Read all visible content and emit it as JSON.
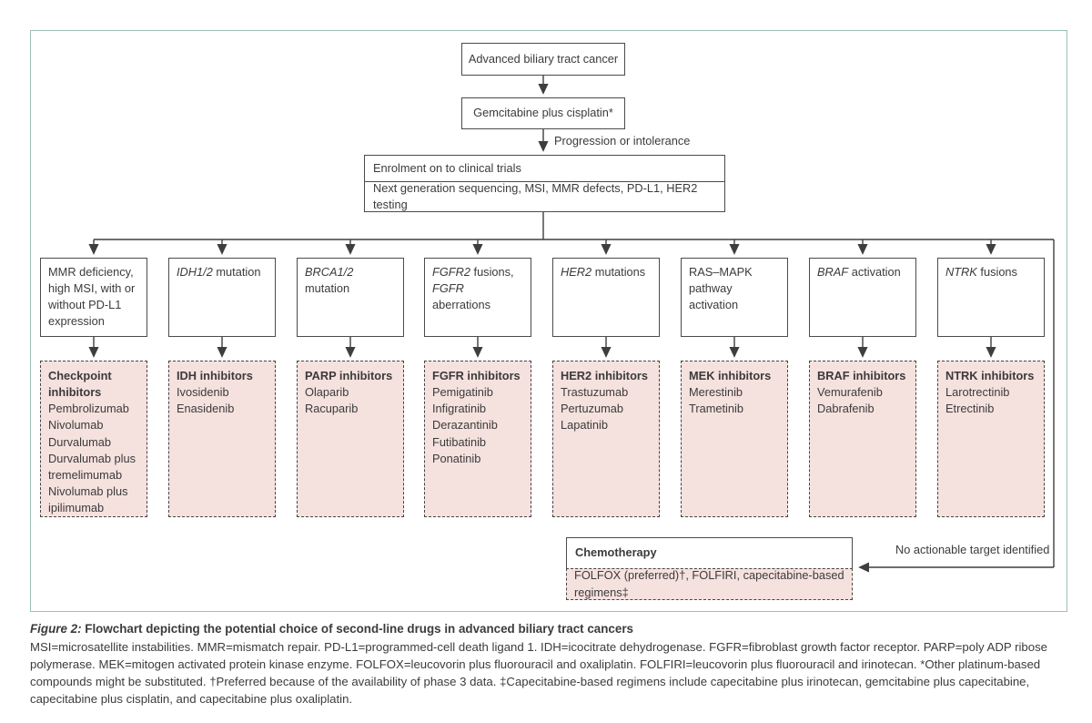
{
  "figure": {
    "flowchart": {
      "root_box": "Advanced biliary tract cancer",
      "first_line_box": "Gemcitabine plus cisplatin*",
      "progression_label": "Progression or intolerance",
      "enrolment_box": "Enrolment on to clinical trials",
      "testing_box": "Next generation sequencing, MSI, MMR defects, PD-L1, HER2 testing",
      "columns": [
        {
          "gene1": "",
          "rest1": "MMR deficiency, high MSI, with or without PD-L1 expression",
          "gene2": "",
          "rest2": "",
          "drug_class": "Checkpoint inhibitors",
          "drugs": "Pembrolizumab\nNivolumab\nDurvalumab\nDurvalumab plus tremelimumab\nNivolumab plus ipilimumab"
        },
        {
          "gene1": "IDH1/2",
          "rest1": " mutation",
          "gene2": "",
          "rest2": "",
          "drug_class": "IDH inhibitors",
          "drugs": "Ivosidenib\nEnasidenib"
        },
        {
          "gene1": "BRCA1/2",
          "rest1": " mutation",
          "gene2": "",
          "rest2": "",
          "drug_class": "PARP inhibitors",
          "drugs": "Olaparib\nRacuparib"
        },
        {
          "gene1": "FGFR2",
          "rest1": " fusions,",
          "gene2": "FGFR",
          "rest2": " aberrations",
          "drug_class": "FGFR inhibitors",
          "drugs": "Pemigatinib\nInfigratinib\nDerazantinib\nFutibatinib\nPonatinib"
        },
        {
          "gene1": "HER2",
          "rest1": " mutations",
          "gene2": "",
          "rest2": "",
          "drug_class": "HER2 inhibitors",
          "drugs": "Trastuzumab\nPertuzumab\nLapatinib"
        },
        {
          "gene1": "",
          "rest1": "RAS–MAPK pathway activation",
          "gene2": "",
          "rest2": "",
          "drug_class": "MEK inhibitors",
          "drugs": "Merestinib\nTrametinib"
        },
        {
          "gene1": "BRAF",
          "rest1": " activation",
          "gene2": "",
          "rest2": "",
          "drug_class": "BRAF inhibitors",
          "drugs": "Vemurafenib\nDabrafenib"
        },
        {
          "gene1": "NTRK",
          "rest1": " fusions",
          "gene2": "",
          "rest2": "",
          "drug_class": "NTRK inhibitors",
          "drugs": "Larotrectinib\nEtrectinib"
        }
      ],
      "chemo": {
        "header": "Chemotherapy",
        "body": "FOLFOX (preferred)†, FOLFIRI, capecitabine-based regimens‡"
      },
      "no_target_label": "No actionable target identified"
    },
    "caption": {
      "figure_label": "Figure 2:",
      "title": " Flowchart depicting the potential choice of second-line drugs in advanced biliary tract cancers",
      "body": "MSI=microsatellite instabilities. MMR=mismatch repair. PD-L1=programmed-cell death ligand 1. IDH=icocitrate dehydrogenase. FGFR=fibroblast growth factor receptor. PARP=poly ADP ribose polymerase. MEK=mitogen activated protein kinase enzyme. FOLFOX=leucovorin plus fluorouracil and oxaliplatin. FOLFIRI=leucovorin plus fluorouracil and irinotecan. *Other platinum-based compounds might be substituted. †Preferred because of the availability of phase 3 data. ‡Capecitabine-based regimens include capecitabine plus irinotecan, gemcitabine plus capecitabine, capecitabine plus cisplatin, and capecitabine plus oxaliplatin."
    },
    "colors": {
      "frame_accent": "#9ac3b1",
      "pink_fill": "#f5e1de",
      "line": "#3e3e40"
    }
  }
}
